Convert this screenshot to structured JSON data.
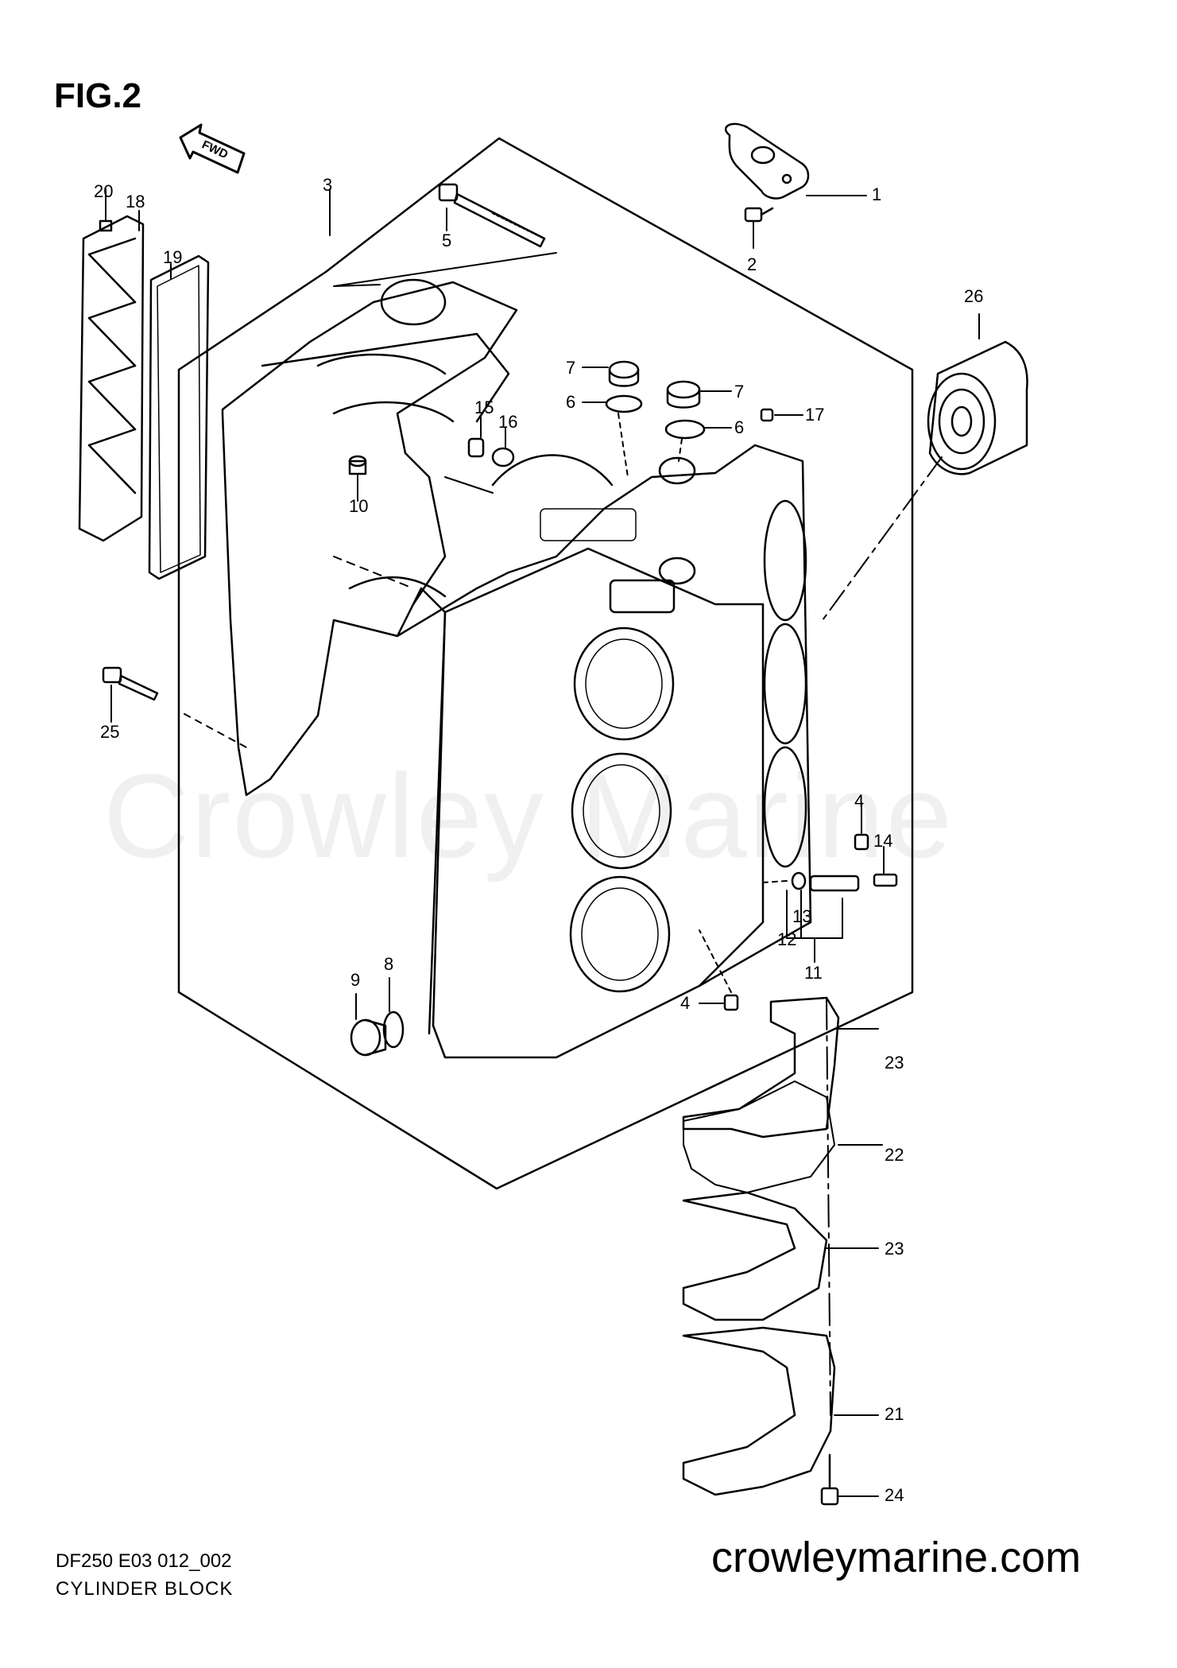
{
  "figure": {
    "title": "FIG.2",
    "direction_label": "FWD",
    "code": "DF250 E03 012_002",
    "name": "CYLINDER BLOCK"
  },
  "watermark": "Crowley Marine",
  "website": "crowleymarine.com",
  "callouts": [
    {
      "id": "c1",
      "label": "1"
    },
    {
      "id": "c2",
      "label": "2"
    },
    {
      "id": "c3",
      "label": "3"
    },
    {
      "id": "c4a",
      "label": "4"
    },
    {
      "id": "c4b",
      "label": "4"
    },
    {
      "id": "c5",
      "label": "5"
    },
    {
      "id": "c6a",
      "label": "6"
    },
    {
      "id": "c6b",
      "label": "6"
    },
    {
      "id": "c7a",
      "label": "7"
    },
    {
      "id": "c7b",
      "label": "7"
    },
    {
      "id": "c8",
      "label": "8"
    },
    {
      "id": "c9",
      "label": "9"
    },
    {
      "id": "c10",
      "label": "10"
    },
    {
      "id": "c11",
      "label": "11"
    },
    {
      "id": "c12",
      "label": "12"
    },
    {
      "id": "c13",
      "label": "13"
    },
    {
      "id": "c14",
      "label": "14"
    },
    {
      "id": "c15",
      "label": "15"
    },
    {
      "id": "c16",
      "label": "16"
    },
    {
      "id": "c17",
      "label": "17"
    },
    {
      "id": "c18",
      "label": "18"
    },
    {
      "id": "c19",
      "label": "19"
    },
    {
      "id": "c20",
      "label": "20"
    },
    {
      "id": "c21",
      "label": "21"
    },
    {
      "id": "c22",
      "label": "22"
    },
    {
      "id": "c23a",
      "label": "23"
    },
    {
      "id": "c23b",
      "label": "23"
    },
    {
      "id": "c24",
      "label": "24"
    },
    {
      "id": "c25",
      "label": "25"
    },
    {
      "id": "c26",
      "label": "26"
    }
  ]
}
